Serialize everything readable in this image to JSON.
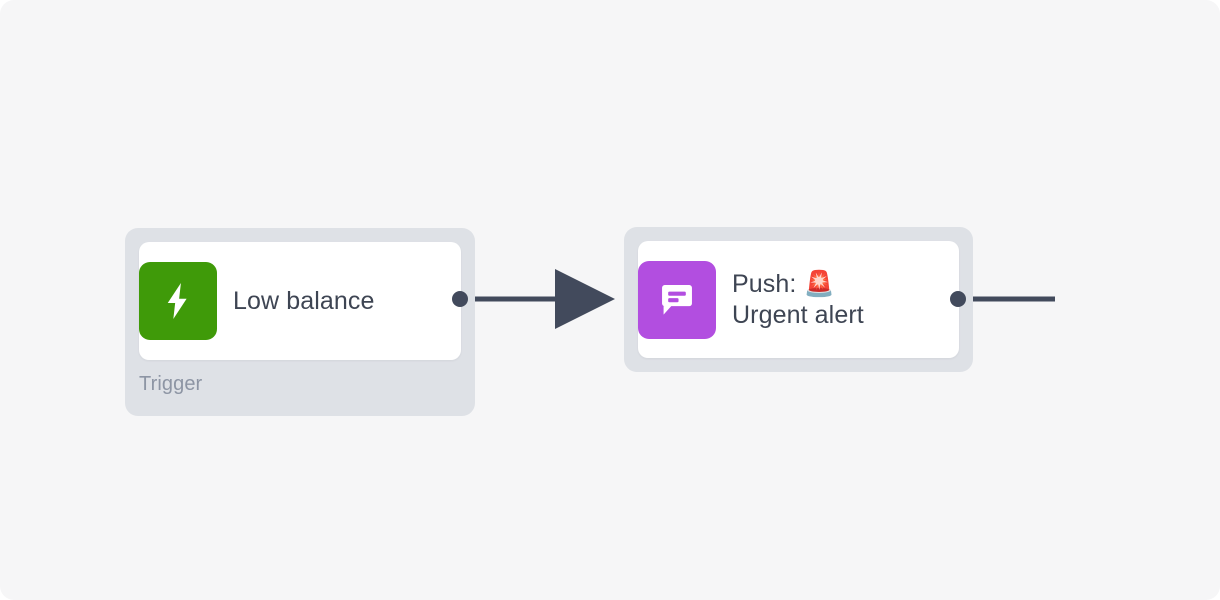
{
  "canvas": {
    "background_color": "#f6f6f7",
    "page_background_color": "#ffffff"
  },
  "theme": {
    "node_container_color": "#dee1e6",
    "node_card_color": "#ffffff",
    "title_text_color": "#3e4553",
    "footer_text_color": "#8d95a4",
    "wire_color": "#424a5c",
    "trigger_icon_color": "#3f9a09",
    "push_icon_color": "#b24ee0"
  },
  "nodes": [
    {
      "id": "trigger",
      "title": "Low balance",
      "footer_label": "Trigger",
      "icon_name": "lightning-bolt-icon",
      "icon_color": "#3f9a09"
    },
    {
      "id": "push",
      "title_line1": "Push: 🚨",
      "title_line2": "Urgent alert",
      "title": "Push: 🚨\nUrgent alert",
      "emoji": "🚨",
      "icon_name": "chat-bubble-icon",
      "icon_color": "#b24ee0"
    }
  ],
  "connections": [
    {
      "id": "trigger-to-push",
      "from": "trigger",
      "to": "push",
      "has_arrowhead": true,
      "color": "#424a5c"
    },
    {
      "id": "push-to-next",
      "from": "push",
      "to": "offscreen",
      "has_arrowhead": false,
      "color": "#424a5c"
    }
  ]
}
